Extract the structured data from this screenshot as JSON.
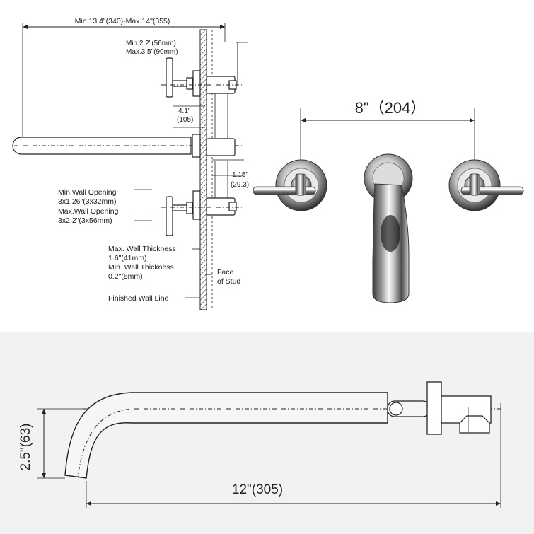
{
  "elevation": {
    "overall_reach": "Min.13.4\"(340)-Max.14\"(355)",
    "handle_proj_min": "Min.2.2\"(56mm)",
    "handle_proj_max": "Max.3.5\"(90mm)",
    "handle_to_spout": "4.1\"",
    "handle_to_spout_mm": "(105)",
    "spout_offset": "1.15\"",
    "spout_offset_mm": "(29.3)",
    "wall_opening_min_label": "Min.Wall Opening",
    "wall_opening_min_value": "3x1.26\"(3x32mm)",
    "wall_opening_max_label": "Max.Wall Opening",
    "wall_opening_max_value": "3x2.2\"(3x56mm)",
    "wall_thickness_max_label": "Max. Wall Thickness",
    "wall_thickness_max_value": "1.6\"(41mm)",
    "wall_thickness_min_label": "Min. Wall Thickness",
    "wall_thickness_min_value": "0.2\"(5mm)",
    "face_of_stud_1": "Face",
    "face_of_stud_2": "of Stud",
    "finished_wall_line": "Finished Wall Line"
  },
  "front_view": {
    "handle_spacing": "8\"（204）"
  },
  "spout_profile": {
    "drop_height": "2.5\"(63)",
    "spout_length": "12\"(305)"
  },
  "colors": {
    "line": "#222222",
    "chrome_dark": "#5a5a5a",
    "chrome_light": "#f4f4f4",
    "bottom_panel_bg": "#f2f2f2"
  }
}
